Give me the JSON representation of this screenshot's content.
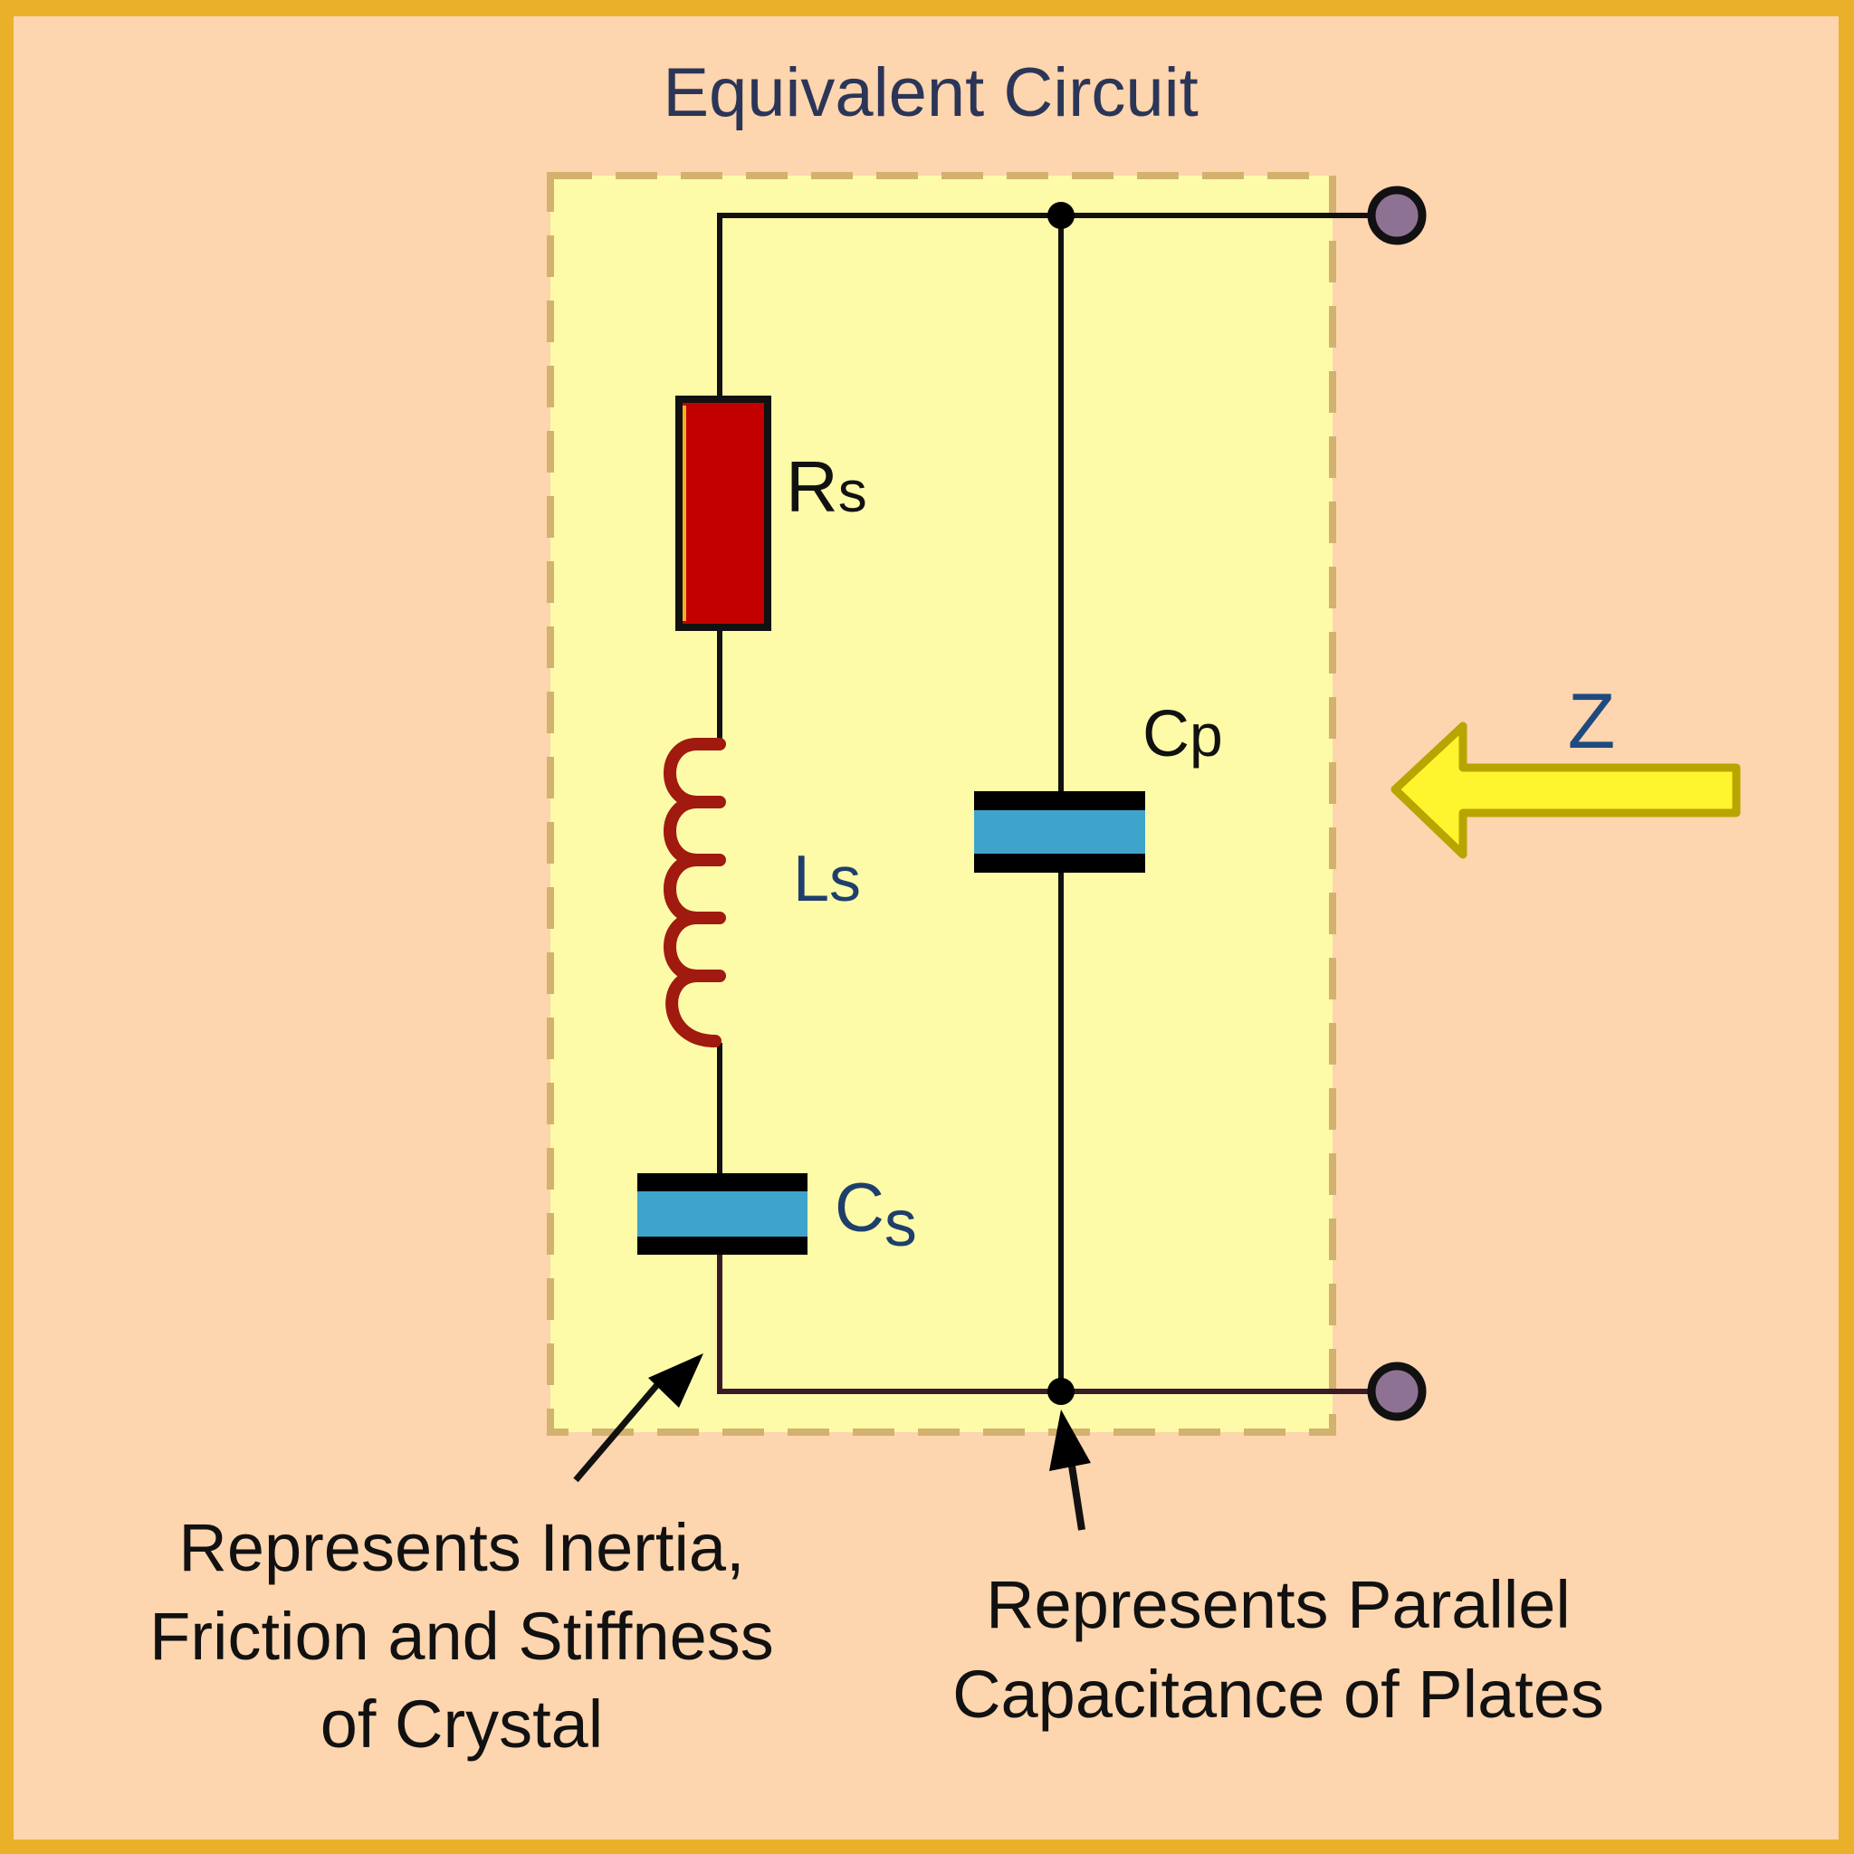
{
  "title": "Equivalent Circuit",
  "components": {
    "resistor": {
      "label_main": "R",
      "label_sub": "s",
      "name": "Rs"
    },
    "inductor": {
      "label_main": "L",
      "label_sub": "s",
      "name": "Ls"
    },
    "series_capacitor": {
      "label_main": "C",
      "label_sub": "s",
      "name": "Cs"
    },
    "parallel_capacitor": {
      "label_main": "C",
      "label_sub": "p",
      "name": "Cp"
    }
  },
  "impedance": {
    "label": "Z"
  },
  "annotations": {
    "series_branch": {
      "lines": [
        "Represents Inertia,",
        "Friction and Stiffness",
        "of Crystal"
      ]
    },
    "parallel_branch": {
      "lines": [
        "Represents Parallel",
        "Capacitance of Plates"
      ]
    }
  },
  "colors": {
    "frame": "#EBB02A",
    "background": "#FDD5AE",
    "crystal_box_fill": "#FDFBA8",
    "crystal_box_dash": "#D2B26E",
    "title_text": "#2B3557",
    "wire": "#111111",
    "resistor": "#C20000",
    "inductor": "#A01A10",
    "capacitor_dielectric": "#3FA4CC",
    "terminal": "#8E7294",
    "label_blue": "#1E3F6B",
    "arrow_fill": "#FFF52E",
    "arrow_stroke": "#B8A500"
  }
}
